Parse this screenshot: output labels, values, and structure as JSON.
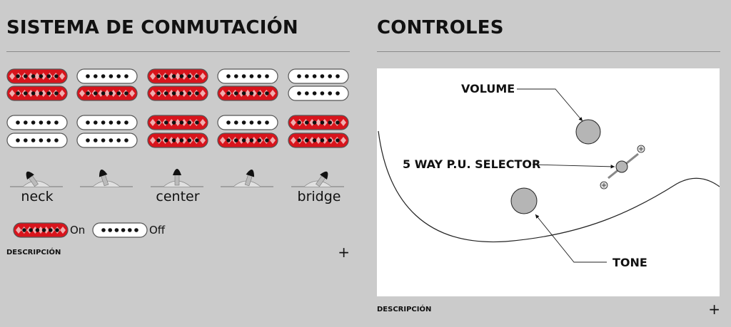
{
  "switching": {
    "title": "SISTEMA DE CONMUTACIÓN",
    "rows": [
      [
        "on",
        "off",
        "on",
        "off",
        "off"
      ],
      [
        "on",
        "on",
        "on",
        "on",
        "off"
      ],
      [
        "off",
        "off",
        "on",
        "off",
        "on"
      ],
      [
        "off",
        "off",
        "on",
        "on",
        "on"
      ]
    ],
    "position_labels": {
      "neck": "neck",
      "center": "center",
      "bridge": "bridge"
    },
    "legend": {
      "on": "On",
      "off": "Off"
    },
    "description": "DESCRIPCIÓN"
  },
  "controls": {
    "title": "CONTROLES",
    "volume": "VOLUME",
    "selector": "5 WAY P.U. SELECTOR",
    "tone": "TONE",
    "description": "DESCRIPCIÓN"
  },
  "colors": {
    "on": "#d8141c",
    "off": "#ffffff",
    "background": "#cbcbcb"
  },
  "icons": {
    "expand": "+"
  }
}
